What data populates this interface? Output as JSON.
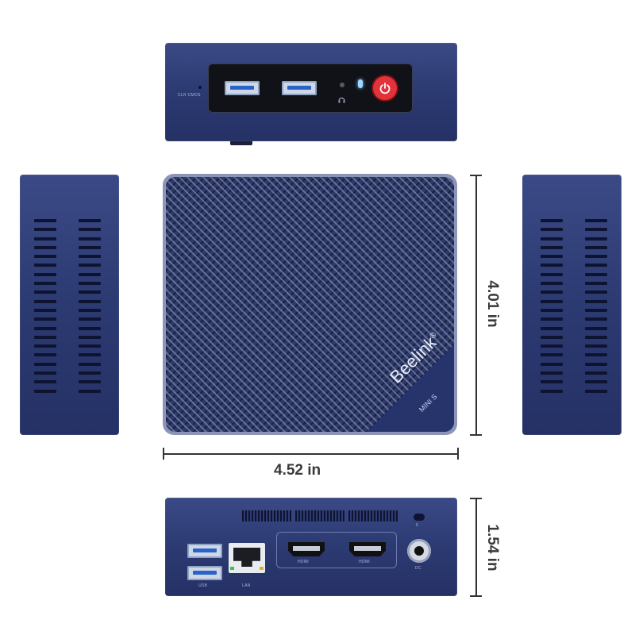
{
  "product": {
    "brand": "Beelink",
    "registered_mark": "®",
    "model": "MINI S",
    "accent_color": "#2c3a72",
    "power_color": "#e2333a"
  },
  "front": {
    "cmos_label": "CLR CMOS",
    "ports": [
      "usb-a",
      "usb-a",
      "audio-jack",
      "led",
      "power-button"
    ]
  },
  "back": {
    "usb_label": "USB",
    "lan_label": "LAN",
    "hdmi_labels": [
      "HDMI",
      "HDMI"
    ],
    "dc_label": "DC",
    "lock_label": "6"
  },
  "dimensions": {
    "width": "4.52 in",
    "depth": "4.01 in",
    "height": "1.54 in"
  }
}
